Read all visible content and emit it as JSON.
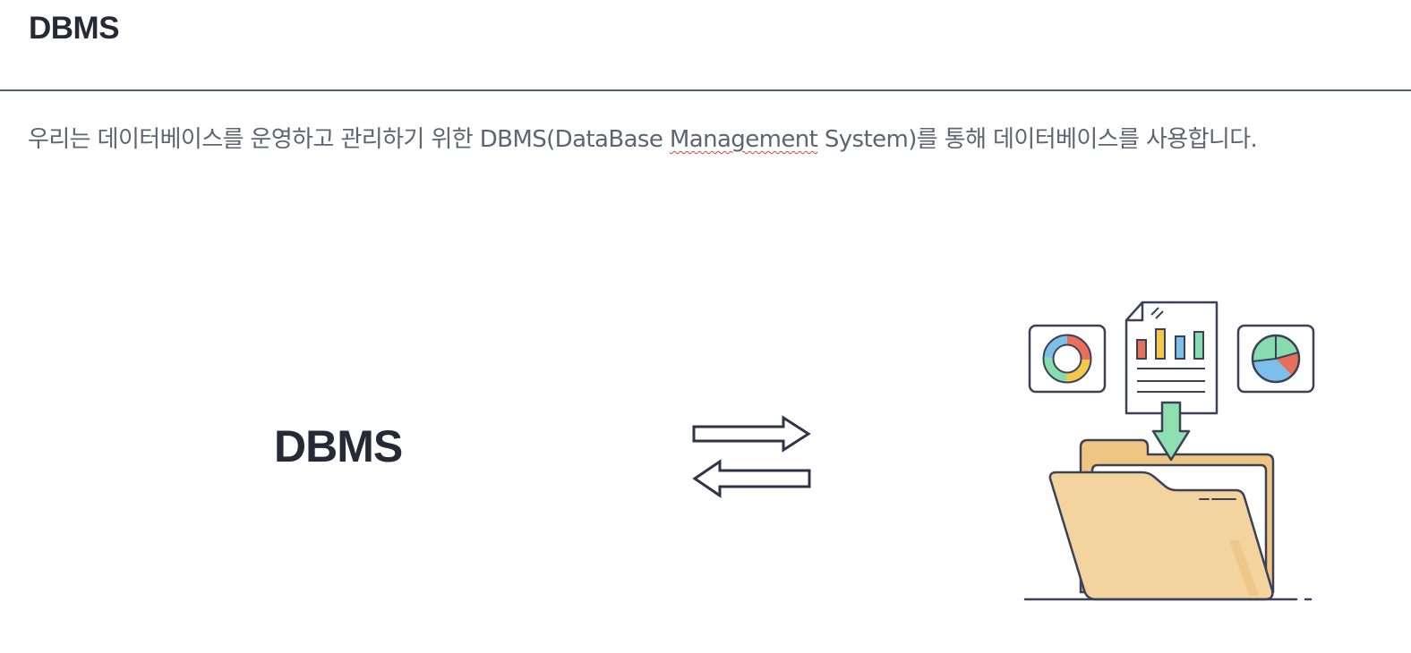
{
  "header": {
    "title": "DBMS"
  },
  "intro": {
    "before": "우리는 데이터베이스를 운영하고 관리하기 위한 DBMS(DataBase ",
    "flagged_word": "Management",
    "after": " System)를 통해 데이터베이스를 사용합니다."
  },
  "diagram": {
    "label": "DBMS",
    "arrows_icon": "bidirectional-arrows-icon",
    "illustration_icon": "data-folder-illustration",
    "colors": {
      "ink": "#3b4257",
      "folder": "#f3d39e",
      "folder_back": "#f0c481",
      "arrow_green": "#8fe0b0",
      "bar_red": "#e8705a",
      "bar_yellow": "#f4c84a",
      "bar_blue": "#7cc0ea",
      "bar_green": "#86dcae"
    }
  }
}
